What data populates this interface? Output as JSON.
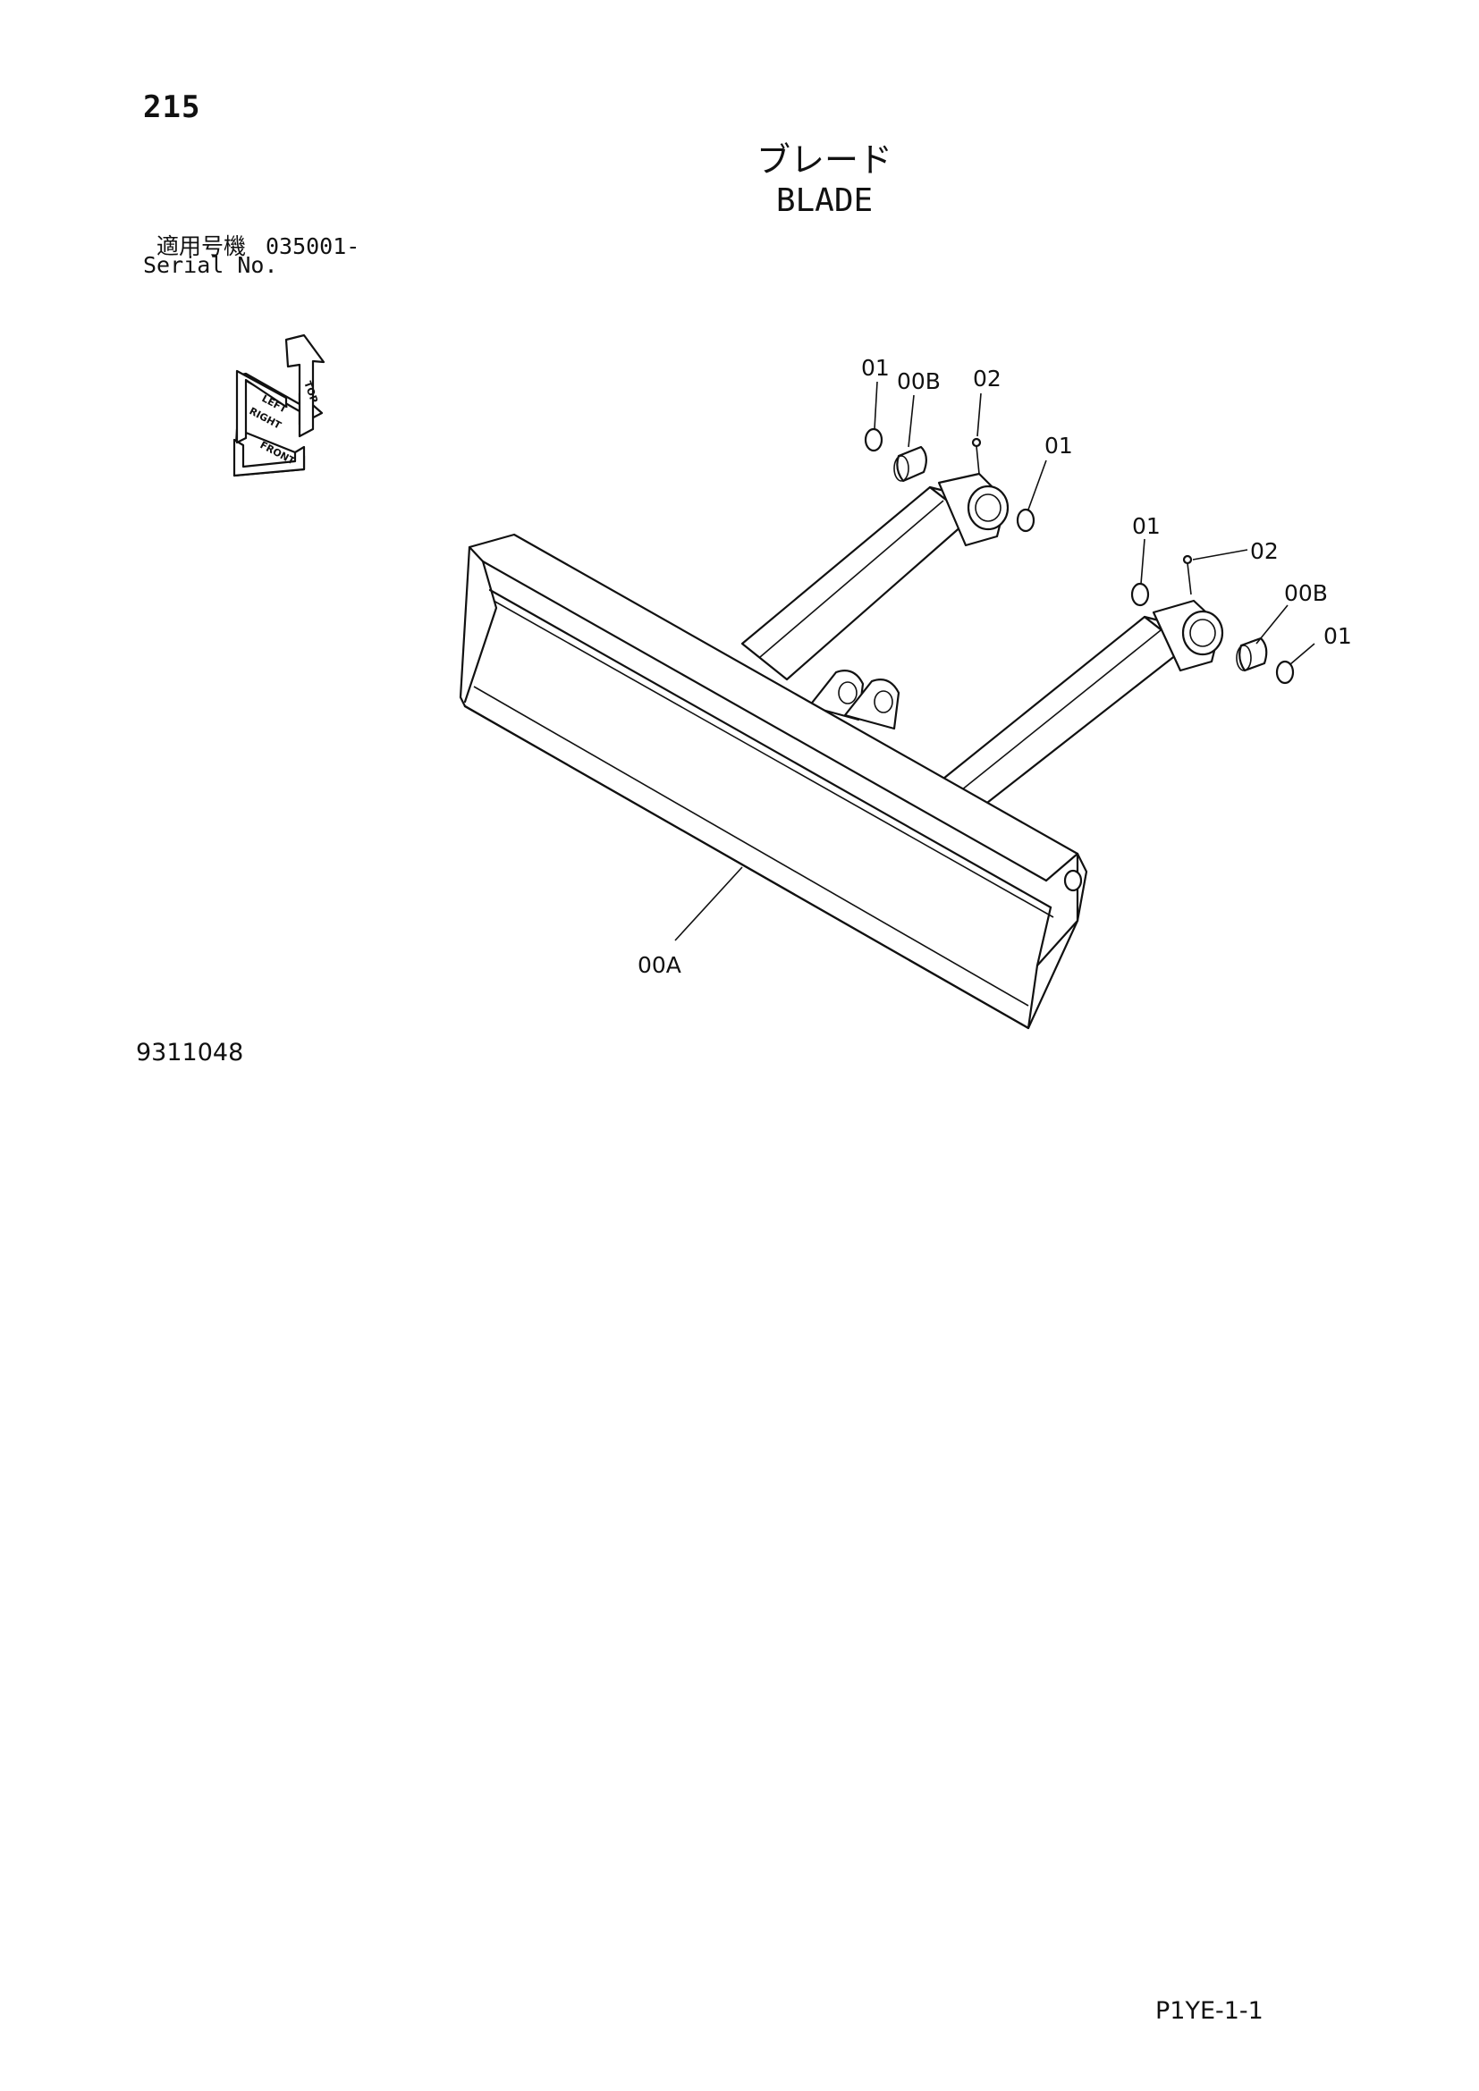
{
  "header": {
    "page_number": "215",
    "title_ja": "ブレード",
    "title_en": "BLADE",
    "serial_label_ja": "適用号機",
    "serial_value": "035001-",
    "serial_label_en": "Serial No."
  },
  "orientation_icon": {
    "icon": "orientation-axes-icon",
    "labels": [
      "LEFT",
      "RIGHT",
      "TOP",
      "FRONT"
    ]
  },
  "callouts": {
    "c1": "01",
    "c2": "00B",
    "c3": "02",
    "c4": "01",
    "c5": "01",
    "c6": "02",
    "c7": "00B",
    "c8": "01",
    "c9": "00A"
  },
  "footer": {
    "figure_number": "9311048",
    "page_code": "P1YE-1-1"
  }
}
